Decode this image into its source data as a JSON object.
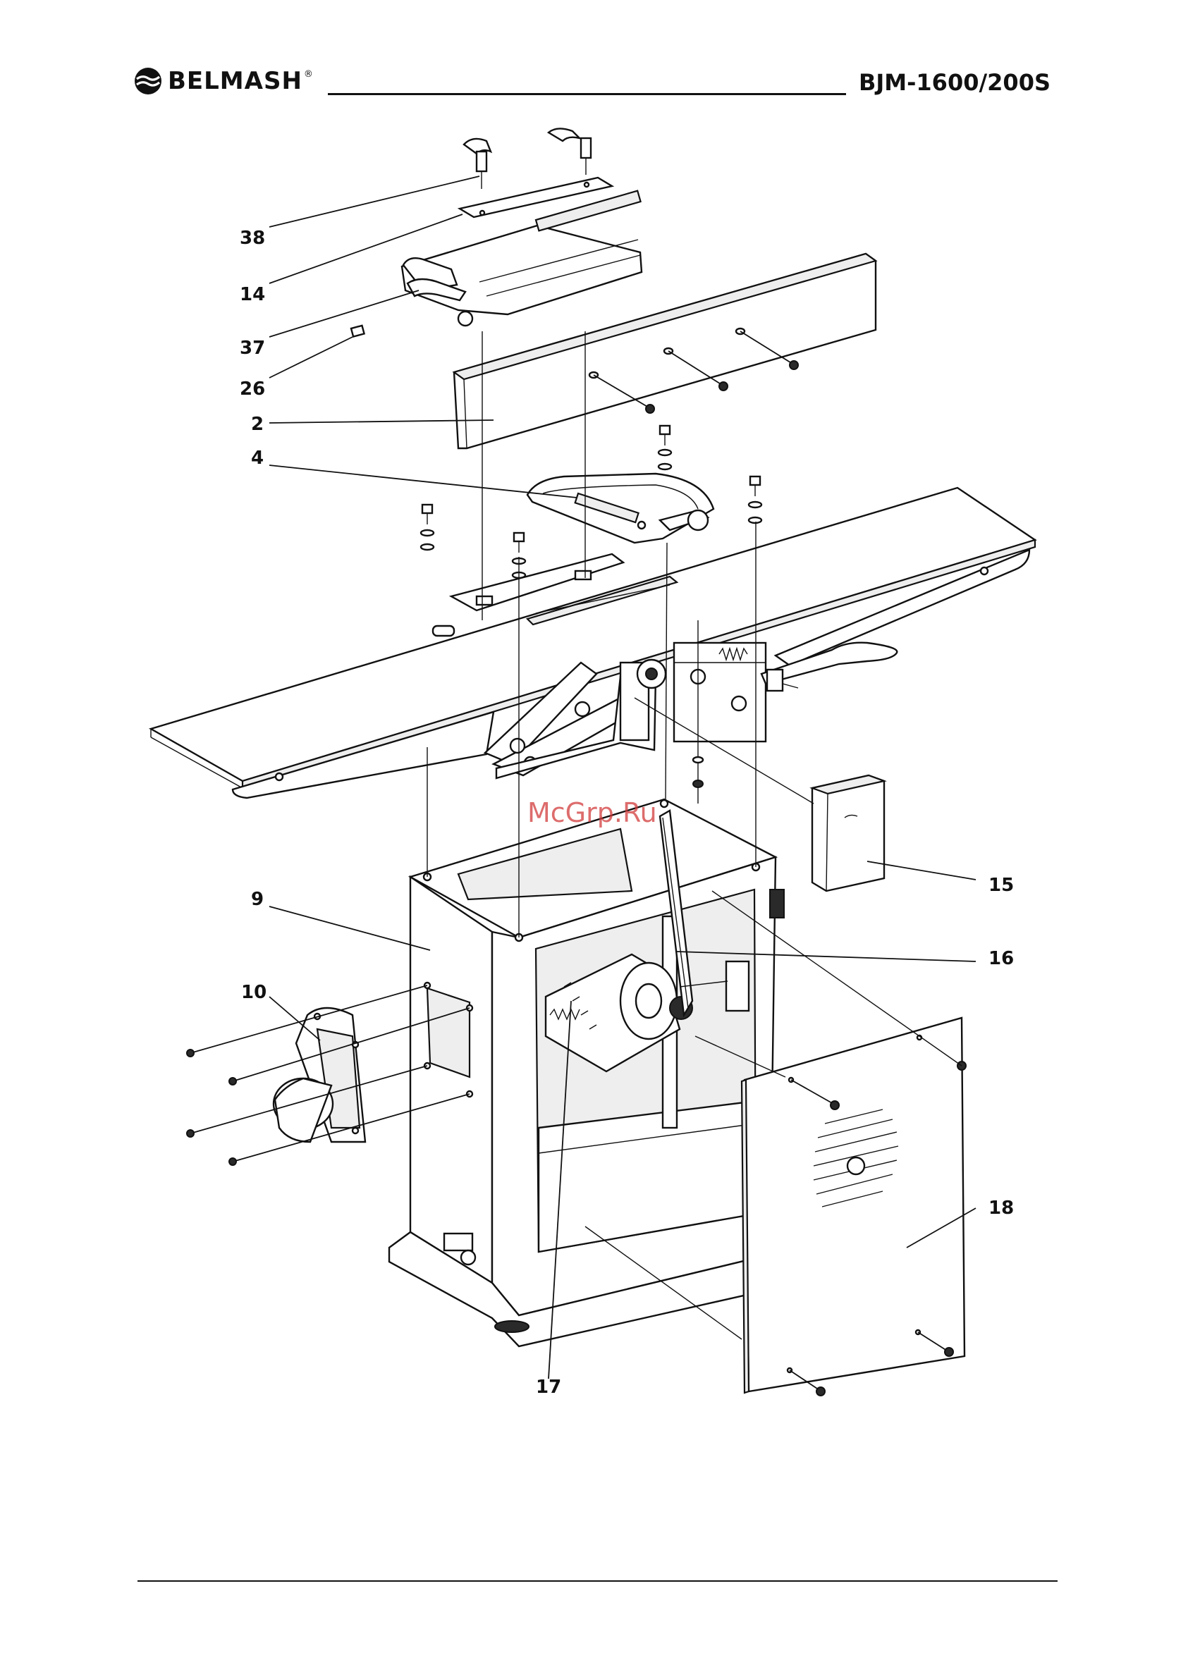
{
  "header": {
    "brand": "BELMASH",
    "model": "BJM-1600/200S"
  },
  "watermark": "McGrp.Ru",
  "callouts": [
    {
      "label": "38"
    },
    {
      "label": "14"
    },
    {
      "label": "37"
    },
    {
      "label": "26"
    },
    {
      "label": "2"
    },
    {
      "label": "4"
    },
    {
      "label": "9"
    },
    {
      "label": "10"
    },
    {
      "label": "15"
    },
    {
      "label": "16"
    },
    {
      "label": "18"
    },
    {
      "label": "17"
    }
  ],
  "icons": {
    "brand_logo": "belmash-wave-logo-icon"
  }
}
